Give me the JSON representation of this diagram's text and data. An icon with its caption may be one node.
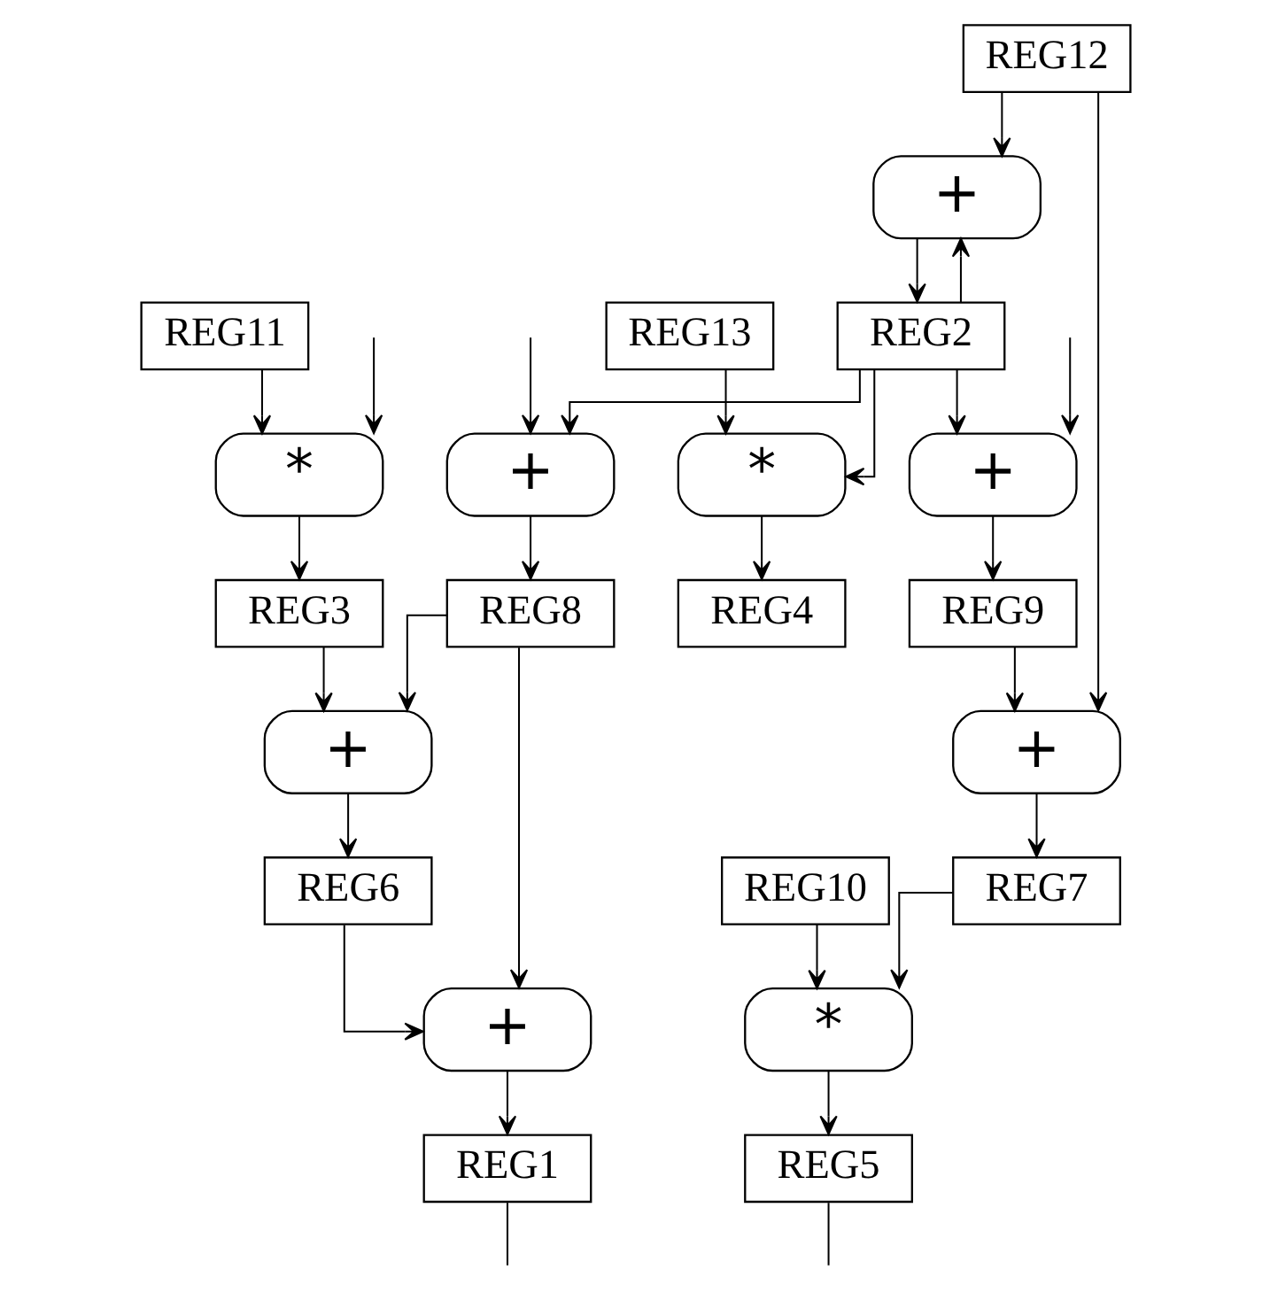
{
  "diagram": {
    "nodes": [
      {
        "text": [
          "REG12"
        ]
      },
      {
        "text": [
          "+"
        ]
      },
      {
        "text": [
          "REG13"
        ]
      },
      {
        "text": [
          "REG2"
        ]
      },
      {
        "text": [
          "REG11"
        ]
      },
      {
        "text": [
          "*"
        ]
      },
      {
        "text": [
          "+"
        ]
      },
      {
        "text": [
          "*"
        ]
      },
      {
        "text": [
          "+"
        ]
      },
      {
        "text": [
          "REG3"
        ]
      },
      {
        "text": [
          "REG8"
        ]
      },
      {
        "text": [
          "REG4"
        ]
      },
      {
        "text": [
          "REG9"
        ]
      },
      {
        "text": [
          "+"
        ]
      },
      {
        "text": [
          "+"
        ]
      },
      {
        "text": [
          "REG6"
        ]
      },
      {
        "text": [
          "REG10"
        ]
      },
      {
        "text": [
          "REG7"
        ]
      },
      {
        "text": [
          "+"
        ]
      },
      {
        "text": [
          "*"
        ]
      },
      {
        "text": [
          "REG1"
        ]
      },
      {
        "text": [
          "REG5"
        ]
      }
    ],
    "edges": [
      {
        "from": 0,
        "to": 1,
        "arrow": "to"
      },
      {
        "from": 3,
        "to": 1,
        "arrow": "to"
      },
      {
        "from": 1,
        "to": 3,
        "arrow": "to"
      },
      {
        "from": null,
        "to": 5,
        "arrow": "to"
      },
      {
        "from": null,
        "to": 6,
        "arrow": "to"
      },
      {
        "from": 4,
        "to": 5,
        "arrow": "to"
      },
      {
        "from": 3,
        "to": 6,
        "arrow": "to"
      },
      {
        "from": 2,
        "to": 7,
        "arrow": "to"
      },
      {
        "from": 3,
        "to": 7,
        "arrow": "to"
      },
      {
        "from": 3,
        "to": 8,
        "arrow": "to"
      },
      {
        "from": null,
        "to": 8,
        "arrow": "to"
      },
      {
        "from": 5,
        "to": 9,
        "arrow": "to"
      },
      {
        "from": 6,
        "to": 10,
        "arrow": "to"
      },
      {
        "from": 7,
        "to": 11,
        "arrow": "to"
      },
      {
        "from": 8,
        "to": 12,
        "arrow": "to"
      },
      {
        "from": 9,
        "to": 13,
        "arrow": "to"
      },
      {
        "from": 10,
        "to": 13,
        "arrow": "to"
      },
      {
        "from": 10,
        "to": 18,
        "arrow": "to"
      },
      {
        "from": 12,
        "to": 14,
        "arrow": "to"
      },
      {
        "from": 0,
        "to": 14,
        "arrow": "to"
      },
      {
        "from": 13,
        "to": 15,
        "arrow": "to"
      },
      {
        "from": 14,
        "to": 17,
        "arrow": "to"
      },
      {
        "from": 15,
        "to": 18,
        "arrow": "to"
      },
      {
        "from": 16,
        "to": 19,
        "arrow": "to"
      },
      {
        "from": 17,
        "to": 19,
        "arrow": "to"
      },
      {
        "from": 18,
        "to": 20,
        "arrow": "to"
      },
      {
        "from": 19,
        "to": 21,
        "arrow": "to"
      },
      {
        "from": 20,
        "to": null,
        "arrow": "none"
      },
      {
        "from": 21,
        "to": null,
        "arrow": "none"
      }
    ]
  }
}
